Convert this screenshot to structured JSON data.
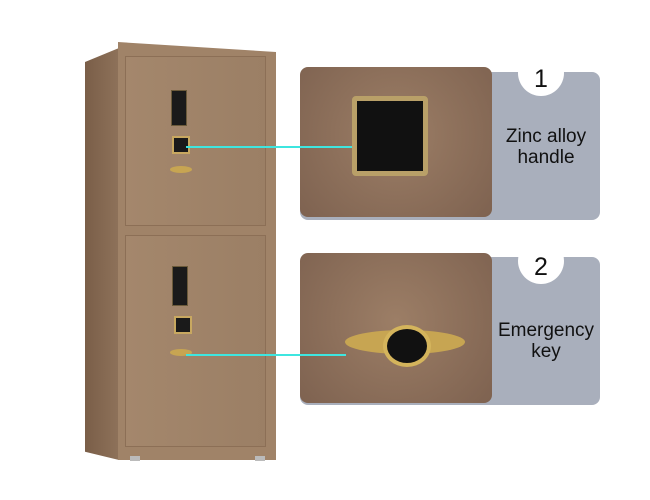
{
  "features": [
    {
      "number": "1",
      "label_line1": "Zinc alloy",
      "label_line2": "handle"
    },
    {
      "number": "2",
      "label_line1": "Emergency",
      "label_line2": "key"
    }
  ],
  "colors": {
    "safe": "#a08368",
    "panel": "#a9afbc",
    "callout_line": "#3ee6e0",
    "gold": "#c7a552"
  }
}
